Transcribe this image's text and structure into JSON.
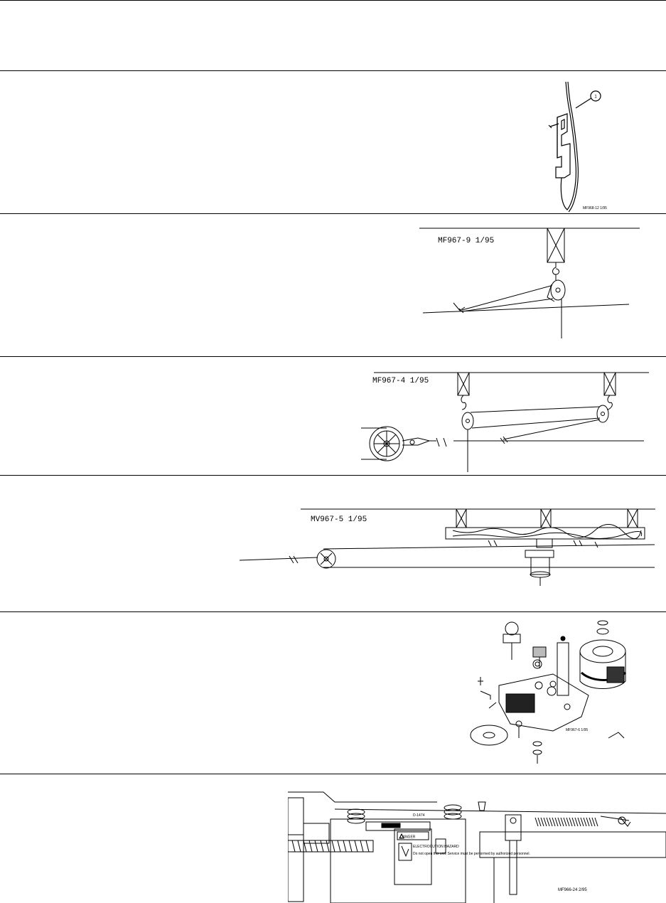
{
  "figures": {
    "hook_detail": {
      "callout": "1",
      "code": "MF968-12 1/95"
    },
    "single_pulley": {
      "code": "MF967-9 1/95"
    },
    "double_pulley": {
      "code": "MF967-4 1/95"
    },
    "overhead_pulley": {
      "code": "MV967-5 1/95"
    },
    "exploded_assembly": {
      "code": "MF967-6 1/95"
    },
    "winch_unit": {
      "code": "MF966-24 2/95",
      "danger_title": "DANGER",
      "danger_subtitle": "ELECTROCUTION HAZARD",
      "danger_text": "Do not open this unit. Service must be performed by authorized personnel.",
      "label_tag": "D-1474"
    }
  }
}
